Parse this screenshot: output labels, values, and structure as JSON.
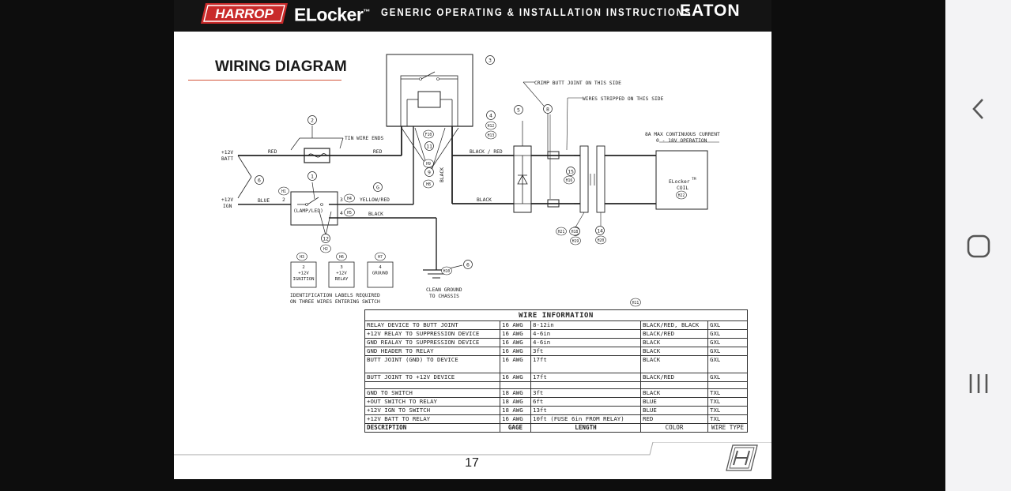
{
  "header": {
    "brand": "HARROP",
    "product": "ELocker",
    "trademark": "™",
    "subtitle": "GENERIC OPERATING & INSTALLATION INSTRUCTIONS",
    "partner": "EATON"
  },
  "page": {
    "title": "WIRING DIAGRAM",
    "number": "17"
  },
  "diagram": {
    "labels": {
      "tin_wire_ends": "TIN WIRE ENDS",
      "crimp_butt_joint": "CRIMP BUTT JOINT ON THIS SIDE",
      "wires_stripped": "WIRES STRIPPED ON THIS SIDE",
      "batt_plus": "+12V",
      "batt": "BATT",
      "ign_plus": "+12V",
      "ign": "IGN",
      "red_1": "RED",
      "red_2": "RED",
      "blue": "BLUE",
      "yellow_red": "YELLOW/RED",
      "black_1": "BLACK",
      "black_red": "BLACK / RED",
      "black_2": "BLACK",
      "black_vertical": "BLACK",
      "lamp_led": "(LAMP/LED)",
      "pin_2": "2",
      "pin_3": "3",
      "pin_4": "4",
      "current_line1": "8A MAX CONTINUOUS CURRENT",
      "current_line2": "0 - 18V OPERATION",
      "coil_line1": "ELocker",
      "coil_tm": "TM",
      "coil_line2": "COIL",
      "ground_line1": "CLEAN GROUND",
      "ground_line2": "TO CHASSIS",
      "id_line1": "IDENTIFICATION LABELS REQUIRED",
      "id_line2": "ON THREE WIRES ENTERING SWITCH"
    },
    "callouts": [
      "1",
      "2",
      "3",
      "4",
      "5",
      "6",
      "6",
      "8",
      "9",
      "11",
      "12",
      "13",
      "14",
      "15",
      "G"
    ],
    "refs": [
      "H1",
      "H2",
      "H3",
      "H4",
      "H5",
      "H6",
      "H7",
      "H8",
      "H9",
      "H10",
      "H11",
      "H12",
      "H13",
      "H16",
      "H18",
      "H19",
      "H20",
      "H21",
      "H22",
      "F10"
    ],
    "id_labels": [
      {
        "ref": "H3",
        "lines": [
          "2",
          "+12V",
          "IGNITION"
        ]
      },
      {
        "ref": "H6",
        "lines": [
          "3",
          "+12V",
          "RELAY"
        ]
      },
      {
        "ref": "H7",
        "lines": [
          "4",
          "GROUND"
        ]
      }
    ]
  },
  "wire_table": {
    "title": "WIRE INFORMATION",
    "headers": [
      "DESCRIPTION",
      "GAGE",
      "LENGTH",
      "COLOR",
      "WIRE TYPE"
    ],
    "rows": [
      [
        "RELAY DEVICE TO BUTT JOINT",
        "16 AWG",
        "8-12in",
        "BLACK/RED, BLACK",
        "GXL"
      ],
      [
        "+12V RELAY TO SUPPRESSION DEVICE",
        "16 AWG",
        "4-6in",
        "BLACK/RED",
        "GXL"
      ],
      [
        "GND REALAY TO SUPPRESSION DEVICE",
        "16 AWG",
        "4-6in",
        "BLACK",
        "GXL"
      ],
      [
        "GND HEADER TO RELAY",
        "16 AWG",
        "3ft",
        "BLACK",
        "GXL"
      ],
      [
        "BUTT JOINT (GND) TO DEVICE",
        "16 AWG",
        "17ft",
        "BLACK",
        "GXL"
      ],
      [
        "BUTT JOINT TO +12V DEVICE",
        "16 AWG",
        "17ft",
        "BLACK/RED",
        "GXL"
      ],
      [
        "GND TO SWITCH",
        "18 AWG",
        "3ft",
        "BLACK",
        "TXL"
      ],
      [
        "+OUT SWITCH TO RELAY",
        "18 AWG",
        "6ft",
        "BLUE",
        "TXL"
      ],
      [
        "+12V IGN TO SWITCH",
        "18 AWG",
        "13ft",
        "BLUE",
        "TXL"
      ],
      [
        "+12V BATT TO RELAY",
        "16 AWG",
        "10ft (FUSE 6in FROM RELAY)",
        "RED",
        "TXL"
      ]
    ]
  },
  "nav": {
    "back_icon": "chevron-left-icon",
    "home_icon": "rounded-square-icon",
    "recents_icon": "three-bars-icon"
  }
}
